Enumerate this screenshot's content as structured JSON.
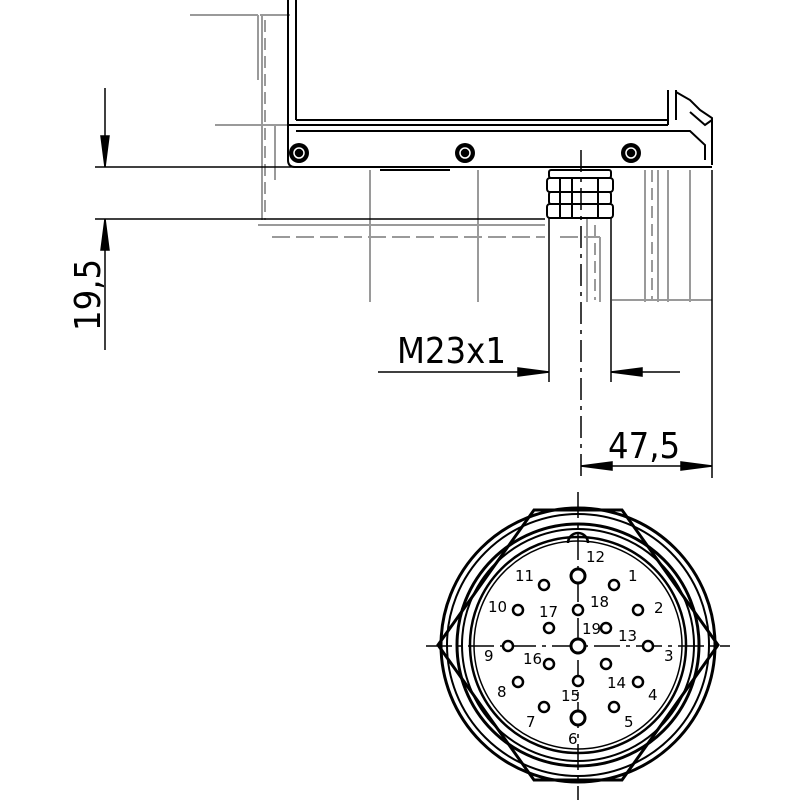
{
  "dimensions": {
    "height": "19,5",
    "thread": "M23x1",
    "offset": "47,5"
  },
  "connector": {
    "pin_labels": [
      "1",
      "2",
      "3",
      "4",
      "5",
      "6",
      "7",
      "8",
      "9",
      "10",
      "11",
      "12",
      "13",
      "14",
      "15",
      "16",
      "17",
      "18",
      "19"
    ]
  },
  "colors": {
    "line": "#000000",
    "hidden_line": "#9a9a9a",
    "background": "#ffffff"
  }
}
